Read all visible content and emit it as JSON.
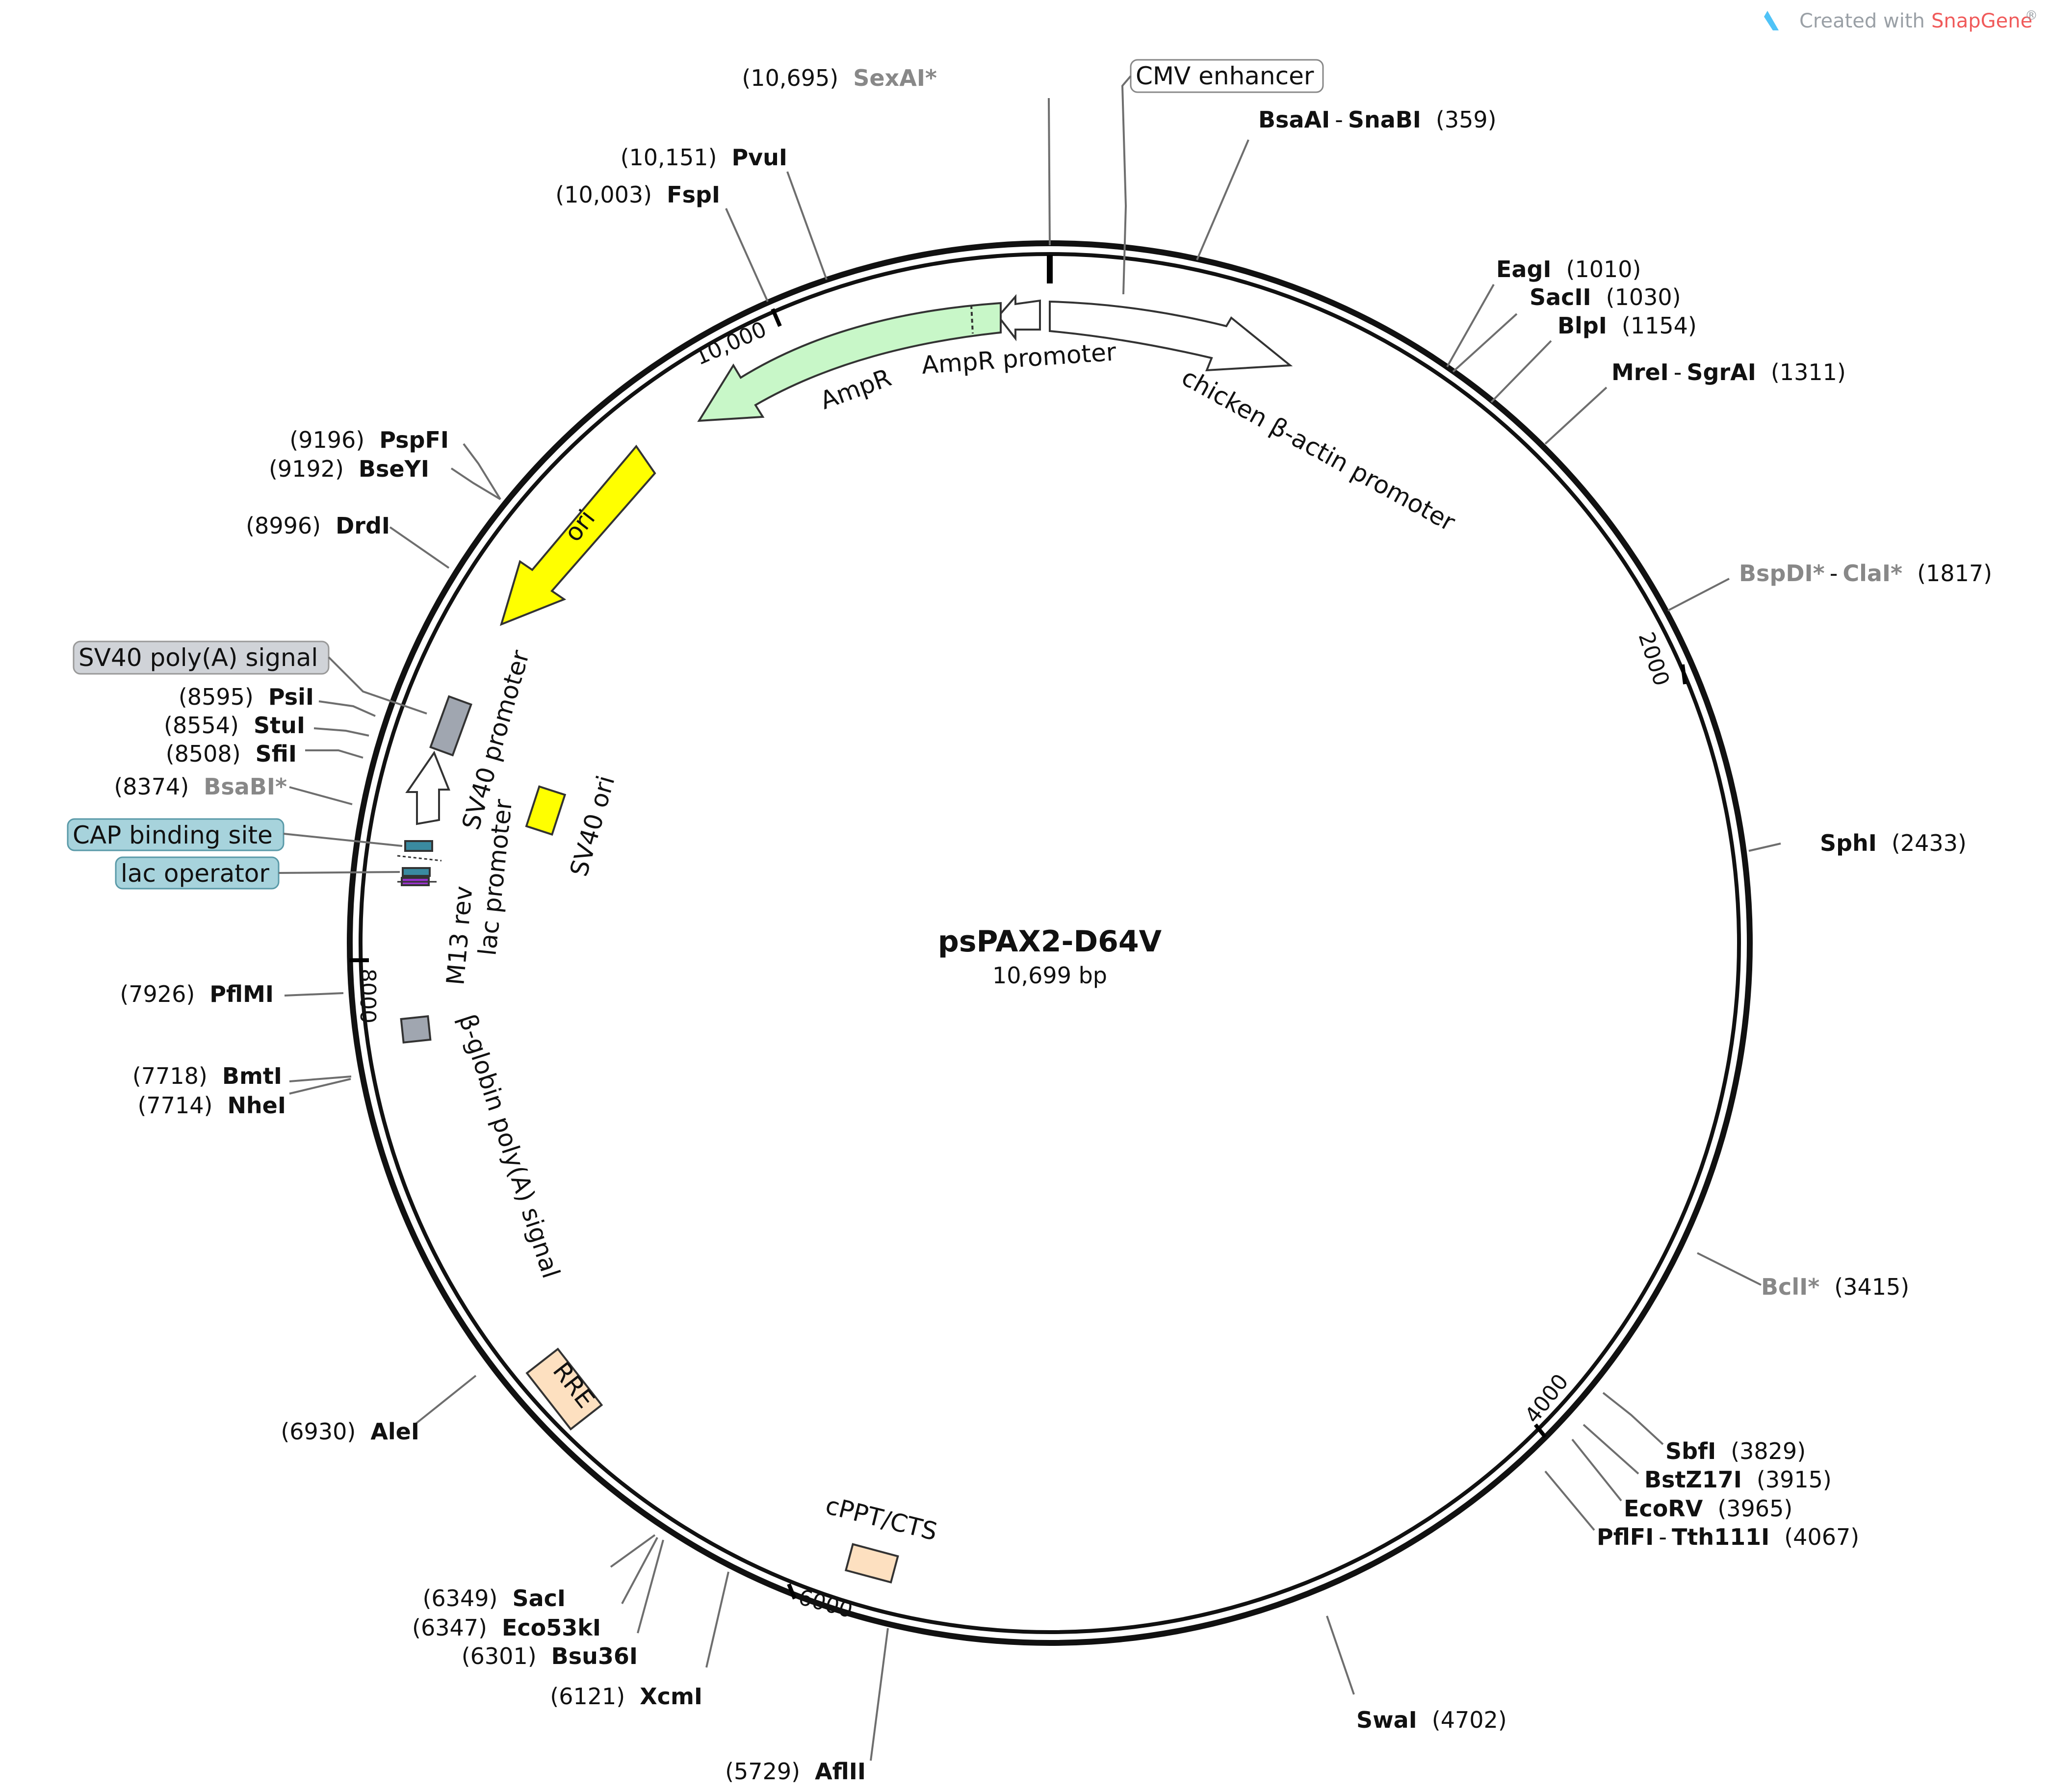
{
  "plasmid": {
    "name": "psPAX2-D64V",
    "size_label": "10,699 bp"
  },
  "credit": {
    "prefix": "Created with ",
    "brand": "SnapGene",
    "suffix": "®"
  },
  "ticks": [
    "10,000",
    "2000",
    "4000",
    "6000",
    "8000"
  ],
  "sites": [
    {
      "id": "sexai",
      "enzyme": "SexAI*",
      "pos": "(10,695)",
      "noncut": true
    },
    {
      "id": "bsaai",
      "enzyme": "BsaAI",
      "enzyme2": "SnaBI",
      "pos": "(359)"
    },
    {
      "id": "eagi",
      "enzyme": "EagI",
      "pos": "(1010)"
    },
    {
      "id": "sacii",
      "enzyme": "SacII",
      "pos": "(1030)"
    },
    {
      "id": "blpi",
      "enzyme": "BlpI",
      "pos": "(1154)"
    },
    {
      "id": "mrei",
      "enzyme": "MreI",
      "enzyme2": "SgrAI",
      "pos": "(1311)"
    },
    {
      "id": "bspdi",
      "enzyme": "BspDI*",
      "enzyme2": "ClaI*",
      "pos": "(1817)",
      "noncut": true
    },
    {
      "id": "sphi",
      "enzyme": "SphI",
      "pos": "(2433)"
    },
    {
      "id": "bcli",
      "enzyme": "BclI*",
      "pos": "(3415)",
      "noncut": true
    },
    {
      "id": "sbfi",
      "enzyme": "SbfI",
      "pos": "(3829)"
    },
    {
      "id": "bstz17i",
      "enzyme": "BstZ17I",
      "pos": "(3915)"
    },
    {
      "id": "ecorv",
      "enzyme": "EcoRV",
      "pos": "(3965)"
    },
    {
      "id": "pflfi",
      "enzyme": "PflFI",
      "enzyme2": "Tth111I",
      "pos": "(4067)"
    },
    {
      "id": "swai",
      "enzyme": "SwaI",
      "pos": "(4702)"
    },
    {
      "id": "aflii",
      "enzyme": "AflII",
      "pos": "(5729)"
    },
    {
      "id": "xcmi",
      "enzyme": "XcmI",
      "pos": "(6121)"
    },
    {
      "id": "bsu36i",
      "enzyme": "Bsu36I",
      "pos": "(6301)"
    },
    {
      "id": "eco53ki",
      "enzyme": "Eco53kI",
      "pos": "(6347)"
    },
    {
      "id": "saci",
      "enzyme": "SacI",
      "pos": "(6349)"
    },
    {
      "id": "alei",
      "enzyme": "AleI",
      "pos": "(6930)"
    },
    {
      "id": "nhei",
      "enzyme": "NheI",
      "pos": "(7714)"
    },
    {
      "id": "bmti",
      "enzyme": "BmtI",
      "pos": "(7718)"
    },
    {
      "id": "pflmi",
      "enzyme": "PflMI",
      "pos": "(7926)"
    },
    {
      "id": "bsabi",
      "enzyme": "BsaBI*",
      "pos": "(8374)",
      "noncut": true
    },
    {
      "id": "sfii",
      "enzyme": "SfiI",
      "pos": "(8508)"
    },
    {
      "id": "stui",
      "enzyme": "StuI",
      "pos": "(8554)"
    },
    {
      "id": "psii",
      "enzyme": "PsiI",
      "pos": "(8595)"
    },
    {
      "id": "drdi",
      "enzyme": "DrdI",
      "pos": "(8996)"
    },
    {
      "id": "bseyi",
      "enzyme": "BseYI",
      "pos": "(9192)"
    },
    {
      "id": "pspfi",
      "enzyme": "PspFI",
      "pos": "(9196)"
    },
    {
      "id": "fspi",
      "enzyme": "FspI",
      "pos": "(10,003)"
    },
    {
      "id": "pvui",
      "enzyme": "PvuI",
      "pos": "(10,151)"
    }
  ],
  "features": {
    "cmv_enhancer": "CMV enhancer",
    "chicken_promoter": "chicken β-actin promoter",
    "ampr_promoter": "AmpR promoter",
    "ampr": "AmpR",
    "ori": "ori",
    "sv40_polya": "SV40 poly(A) signal",
    "sv40_promoter": "SV40 promoter",
    "sv40_ori": "SV40 ori",
    "cap_site": "CAP binding site",
    "lac_operator": "lac operator",
    "lac_promoter": "lac promoter",
    "m13_rev": "M13 rev",
    "bglobin_polya": "β-globin poly(A) signal",
    "rre": "RRE",
    "cppt": "cPPT/CTS"
  },
  "colors": {
    "ampr": "#c8f7c8",
    "ori": "#ffff00",
    "sv40_polya": "#a0a6b0",
    "sv40_ori": "#ffff00",
    "cap_site": "#a7d3dc",
    "lac_operator": "#a7d3dc",
    "rre": "#fde0c0",
    "cppt": "#fde0c0",
    "m13": "#9933cc",
    "noncut_text": "#888888",
    "snapgene_red": "#f05a5a"
  }
}
